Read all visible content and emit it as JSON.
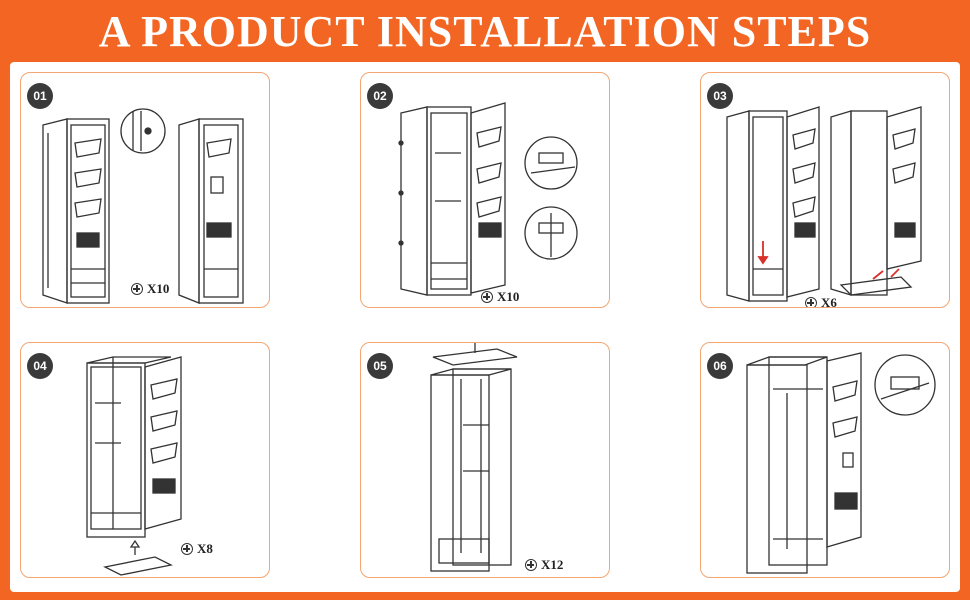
{
  "header": {
    "title": "A PRODUCT INSTALLATION STEPS"
  },
  "colors": {
    "background": "#f26522",
    "panel_border": "#f3a572",
    "badge": "#3a3a3a",
    "arrow": "#d9302a"
  },
  "steps": [
    {
      "number": "01",
      "screw_count": "X10"
    },
    {
      "number": "02",
      "screw_count": "X10"
    },
    {
      "number": "03",
      "screw_count": "X6"
    },
    {
      "number": "04",
      "screw_count": "X8"
    },
    {
      "number": "05",
      "screw_count": "X12"
    },
    {
      "number": "06",
      "screw_count": ""
    }
  ]
}
